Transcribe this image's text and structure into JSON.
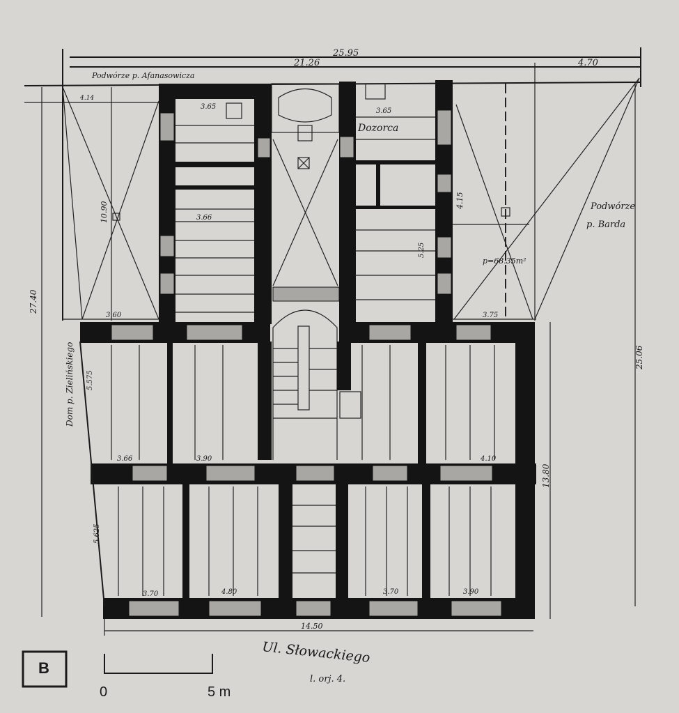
{
  "dimensions": {
    "total_width": "25.95",
    "building_width": "21.26",
    "right_yard_width": "4.70",
    "left_depth": "27.40",
    "right_depth": "25.06",
    "front_depth": "13.80",
    "front_width": "14.50",
    "left_yard_dim": "10.90",
    "room_width_left": "3.65",
    "room_width_right": "3.65",
    "room_depth_right": "5.25",
    "yard_right_dim": "4.15",
    "left_front_room": "3.60",
    "right_front_room": "3.75",
    "mid_row_left": "3.66",
    "mid_row_2": "3.90",
    "mid_row_right": "4.10",
    "bottom_1": "3.70",
    "bottom_2": "4.80",
    "bottom_3": "3.70",
    "bottom_4": "3.90",
    "side_left": "5.575",
    "side_left_2": "5.625",
    "top_left_small": "4.14"
  },
  "labels": {
    "yard_left": "Podwórze p. Afanasowicza",
    "yard_right_1": "Podwórze",
    "yard_right_2": "p. Barda",
    "yard_area": "p=68.35m²",
    "caretaker": "Dozorca",
    "neighbor_house": "Dom p. Zielińskiego",
    "street": "Ul. Słowackiego",
    "street_no": "l. orj. 4."
  },
  "legend": {
    "panel_letter": "B",
    "scale_start": "0",
    "scale_end": "5 m"
  },
  "colors": {
    "paper": "#d8d6d3",
    "ink": "#141414"
  }
}
